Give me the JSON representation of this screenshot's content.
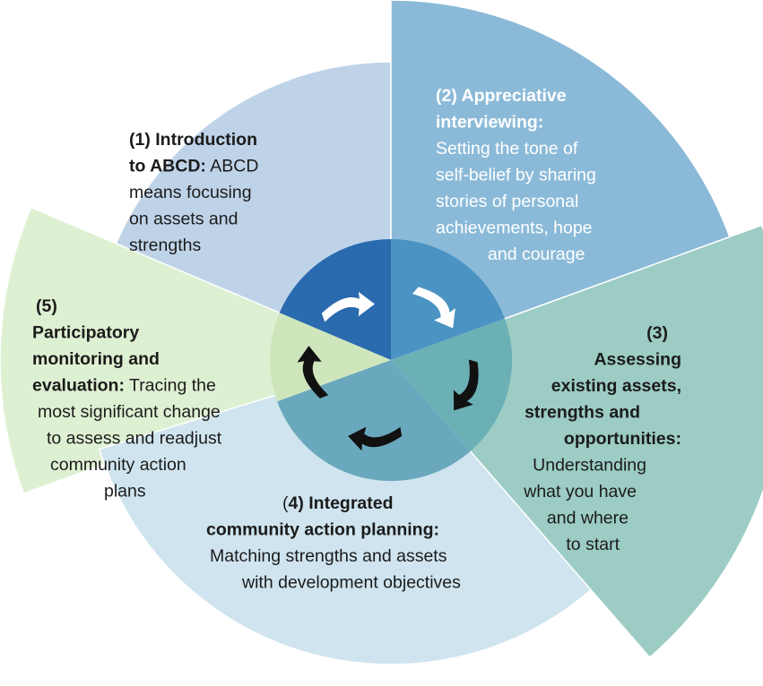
{
  "colors": {
    "segment_1": "#bfd3e8",
    "segment_2": "#8bbad8",
    "segment_3": "#9cccc4",
    "segment_4": "#cfe4ee",
    "segment_5": "#def0d2",
    "hub_1": "#2a6aae",
    "hub_2": "#4a93c3",
    "hub_3": "#6ab0b5",
    "hub_4": "#6aa8bd",
    "hub_5": "#cfe6bd",
    "arrow_light": "#ffffff",
    "arrow_dark": "#111111"
  },
  "segments": [
    {
      "id": "1",
      "lines": [
        {
          "parts": [
            {
              "text": "(1) Introduction",
              "bold": true
            }
          ]
        },
        {
          "parts": [
            {
              "text": "to ABCD:",
              "bold": true
            },
            {
              "text": " ABCD",
              "bold": false
            }
          ]
        },
        {
          "parts": [
            {
              "text": "means focusing",
              "bold": false
            }
          ]
        },
        {
          "parts": [
            {
              "text": "on assets and",
              "bold": false
            }
          ]
        },
        {
          "parts": [
            {
              "text": "strengths",
              "bold": false
            }
          ]
        }
      ]
    },
    {
      "id": "2",
      "lines": [
        {
          "parts": [
            {
              "text": "(2) Appreciative",
              "bold": true
            }
          ]
        },
        {
          "parts": [
            {
              "text": "interviewing:",
              "bold": true
            }
          ]
        },
        {
          "parts": [
            {
              "text": "Setting the tone of",
              "bold": false
            }
          ]
        },
        {
          "parts": [
            {
              "text": "self-belief by sharing",
              "bold": false
            }
          ]
        },
        {
          "parts": [
            {
              "text": "stories of personal",
              "bold": false
            }
          ]
        },
        {
          "parts": [
            {
              "text": "achievements, hope",
              "bold": false
            }
          ]
        },
        {
          "parts": [
            {
              "text": "and courage",
              "bold": false
            }
          ]
        }
      ]
    },
    {
      "id": "3",
      "lines": [
        {
          "parts": [
            {
              "text": "(3)",
              "bold": true
            }
          ]
        },
        {
          "parts": [
            {
              "text": "Assessing",
              "bold": true
            }
          ]
        },
        {
          "parts": [
            {
              "text": "existing assets,",
              "bold": true
            }
          ]
        },
        {
          "parts": [
            {
              "text": "strengths and",
              "bold": true
            }
          ]
        },
        {
          "parts": [
            {
              "text": "opportunities:",
              "bold": true
            }
          ]
        },
        {
          "parts": [
            {
              "text": "Understanding",
              "bold": false
            }
          ]
        },
        {
          "parts": [
            {
              "text": "what you have",
              "bold": false
            }
          ]
        },
        {
          "parts": [
            {
              "text": "and where",
              "bold": false
            }
          ]
        },
        {
          "parts": [
            {
              "text": "to start",
              "bold": false
            }
          ]
        }
      ]
    },
    {
      "id": "4",
      "lines": [
        {
          "parts": [
            {
              "text": "(",
              "bold": false
            },
            {
              "text": "4) Integrated",
              "bold": true
            }
          ]
        },
        {
          "parts": [
            {
              "text": "community action planning:",
              "bold": true
            }
          ]
        },
        {
          "parts": [
            {
              "text": "Matching strengths and assets",
              "bold": false
            }
          ]
        },
        {
          "parts": [
            {
              "text": "with development objectives",
              "bold": false
            }
          ]
        }
      ]
    },
    {
      "id": "5",
      "lines": [
        {
          "parts": [
            {
              "text": "(5)",
              "bold": true
            }
          ]
        },
        {
          "parts": [
            {
              "text": "Participatory",
              "bold": true
            }
          ]
        },
        {
          "parts": [
            {
              "text": "monitoring and",
              "bold": true
            }
          ]
        },
        {
          "parts": [
            {
              "text": "evaluation:",
              "bold": true
            },
            {
              "text": " Tracing the",
              "bold": false
            }
          ]
        },
        {
          "parts": [
            {
              "text": "most significant change",
              "bold": false
            }
          ]
        },
        {
          "parts": [
            {
              "text": "to assess and readjust",
              "bold": false
            }
          ]
        },
        {
          "parts": [
            {
              "text": "community action",
              "bold": false
            }
          ]
        },
        {
          "parts": [
            {
              "text": "plans",
              "bold": false
            }
          ]
        }
      ]
    }
  ],
  "arrows": [
    {
      "name": "arrow-1-to-2-icon",
      "tone": "light"
    },
    {
      "name": "arrow-2-to-3-icon",
      "tone": "light"
    },
    {
      "name": "arrow-3-to-4-icon",
      "tone": "dark"
    },
    {
      "name": "arrow-4-to-5-icon",
      "tone": "dark"
    },
    {
      "name": "arrow-5-to-1-icon",
      "tone": "dark"
    }
  ]
}
